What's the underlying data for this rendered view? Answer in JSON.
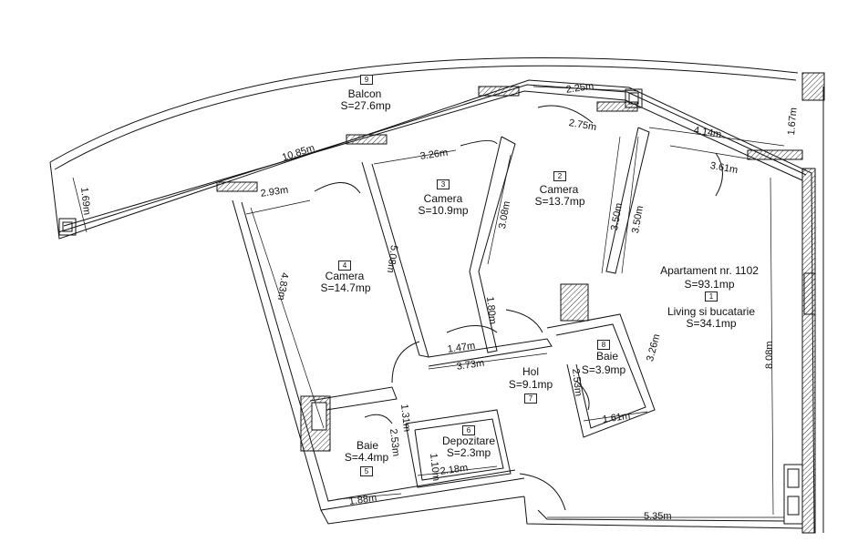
{
  "apartment": {
    "title": "Apartament nr. 1102",
    "area": "S=93.1mp"
  },
  "rooms": [
    {
      "id": "balcon",
      "number": "9",
      "name": "Balcon",
      "area": "S=27.6mp"
    },
    {
      "id": "camera3",
      "number": "3",
      "name": "Camera",
      "area": "S=10.9mp"
    },
    {
      "id": "camera2",
      "number": "2",
      "name": "Camera",
      "area": "S=13.7mp"
    },
    {
      "id": "camera4",
      "number": "4",
      "name": "Camera",
      "area": "S=14.7mp"
    },
    {
      "id": "living",
      "number": "1",
      "name": "Living si bucatarie",
      "area": "S=34.1mp"
    },
    {
      "id": "baie8",
      "number": "8",
      "name": "Baie",
      "area": "S=3.9mp"
    },
    {
      "id": "hol",
      "number": "7",
      "name": "Hol",
      "area": "S=9.1mp"
    },
    {
      "id": "depozitare",
      "number": "6",
      "name": "Depozitare",
      "area": "S=2.3mp"
    },
    {
      "id": "baie5",
      "number": "5",
      "name": "Baie",
      "area": "S=4.4mp"
    }
  ],
  "dimensions": [
    "2.25m",
    "1.67m",
    "2.75m",
    "4.14m",
    "10.85m",
    "3.26m",
    "3.61m",
    "1.69m",
    "2.93m",
    "3.08m",
    "3.50m",
    "3.50m",
    "5.08m",
    "4.83m",
    "1.80m",
    "1.47m",
    "3.73m",
    "3.26m",
    "2.53m",
    "1.61m",
    "8.08m",
    "1.31m",
    "2.53m",
    "1.10m",
    "2.18m",
    "1.88m",
    "5.35m"
  ]
}
